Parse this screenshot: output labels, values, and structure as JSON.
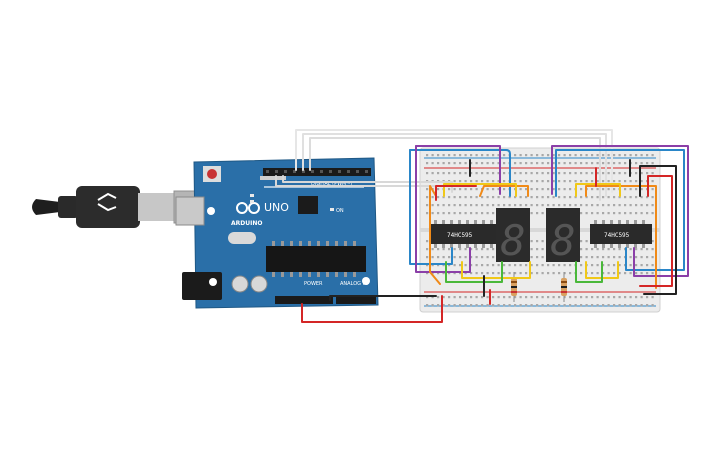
{
  "arduino": {
    "brand": "ARDUINO",
    "model": "UNO",
    "digital_label": "DIGITAL (PWM~)",
    "power_label": "POWER",
    "analog_label": "ANALOG IN",
    "on_label": "ON",
    "board_color": "#2a6fa8"
  },
  "chips": {
    "left_label": "74HC595",
    "right_label": "74HC595"
  },
  "display": {
    "left_digit": "8",
    "right_digit": "8"
  },
  "colors": {
    "white_wire": "#e6e6e6",
    "blue_wire": "#2a86c8",
    "purple_wire": "#8b3fa8",
    "red_wire": "#d42626",
    "orange_wire": "#f08a18",
    "yellow_wire": "#f0c818",
    "green_wire": "#4ab83a",
    "black_wire": "#222222",
    "breadboard": "#ececec"
  }
}
